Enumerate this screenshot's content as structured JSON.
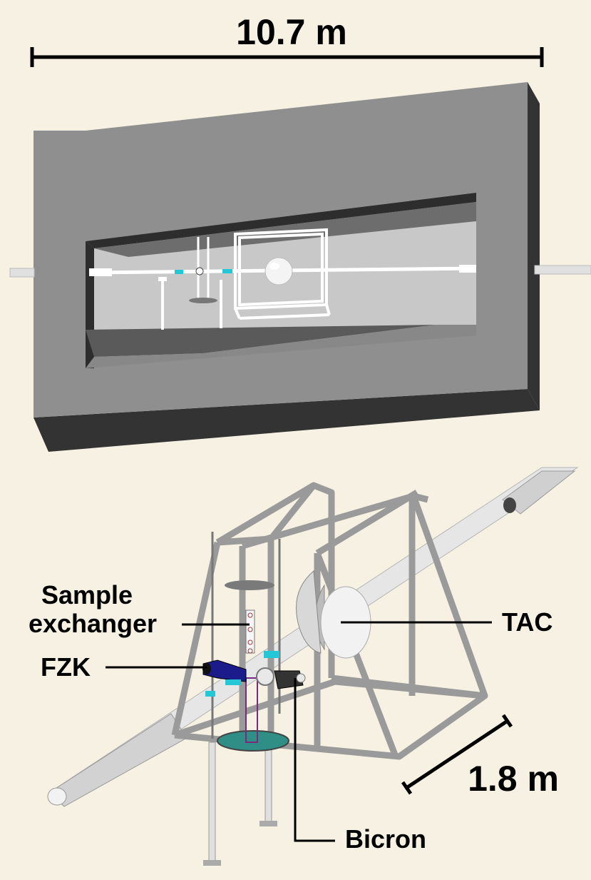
{
  "top_dimension": "10.7 m",
  "bottom_dimension": "1.8 m",
  "labels": {
    "sample_exchanger_line1": "Sample",
    "sample_exchanger_line2": "exchanger",
    "fzk": "FZK",
    "tac": "TAC",
    "bicron": "Bicron"
  },
  "colors": {
    "background": "#f6f1e2",
    "concrete": "#8f8f8f",
    "shadow": "#3a3a3a",
    "accent_cyan": "#23c7d6",
    "detector_blue": "#1b1b8c",
    "plate_teal": "#2f8f86"
  }
}
